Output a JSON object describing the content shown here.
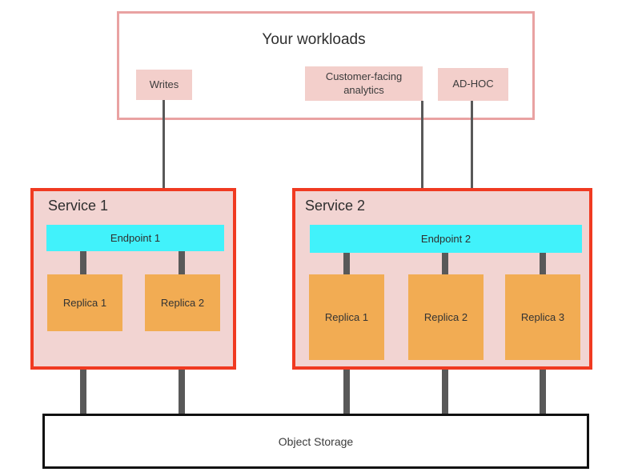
{
  "diagram": {
    "workloads": {
      "title": "Your workloads",
      "items": [
        {
          "label": "Writes"
        },
        {
          "label": "Customer-facing analytics"
        },
        {
          "label": "AD-HOC"
        }
      ]
    },
    "services": [
      {
        "name": "Service 1",
        "endpoint": "Endpoint 1",
        "replicas": [
          "Replica 1",
          "Replica 2"
        ]
      },
      {
        "name": "Service 2",
        "endpoint": "Endpoint 2",
        "replicas": [
          "Replica 1",
          "Replica 2",
          "Replica 3"
        ]
      }
    ],
    "storage": {
      "label": "Object Storage"
    },
    "colors": {
      "service_border": "#f03a21",
      "service_fill": "#f2d4d2",
      "endpoint_fill": "#41f2fb",
      "replica_fill": "#f2ac53",
      "workloads_border": "#e9a2a2",
      "chip_fill": "#f3cfcb",
      "connector_gray": "#595959",
      "storage_border": "#111111"
    }
  }
}
